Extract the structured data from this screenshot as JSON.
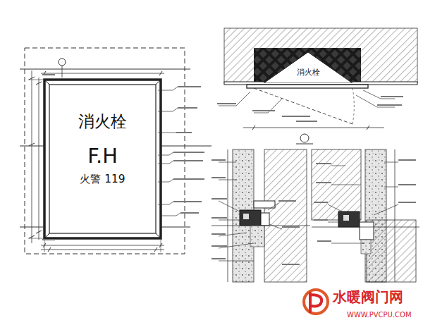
{
  "diagram": {
    "nodes": [
      {
        "text": [
          "消火栓",
          "F.H",
          "火警 119"
        ]
      },
      {
        "text": [
          "消火栓"
        ]
      }
    ],
    "labels": [
      "水暖阀门网",
      "WWW.PVCPU.COM"
    ]
  }
}
